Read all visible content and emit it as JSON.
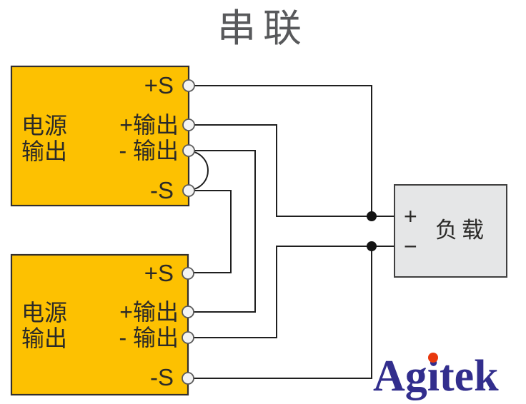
{
  "title": "串联",
  "supplies": [
    {
      "name_line1": "电源",
      "name_line2": "输出",
      "terminals": {
        "plus_sense": "+S",
        "plus_output": "+输出",
        "minus_output": "- 输出",
        "minus_sense": "-S"
      }
    },
    {
      "name_line1": "电源",
      "name_line2": "输出",
      "terminals": {
        "plus_sense": "+S",
        "plus_output": "+输出",
        "minus_output": "- 输出",
        "minus_sense": "-S"
      }
    }
  ],
  "load": {
    "label": "负载",
    "plus": "+",
    "minus": "−"
  },
  "logo": {
    "text": "Agitek"
  },
  "connections": [
    {
      "from": "supply1.plus_sense",
      "to": "load.plus_node"
    },
    {
      "from": "supply1.plus_output",
      "to": "load.plus_node"
    },
    {
      "from": "supply1.minus_output",
      "to": "supply2.plus_output"
    },
    {
      "from": "supply1.minus_output",
      "to": "supply1.minus_sense",
      "type": "jumper-arc"
    },
    {
      "from": "supply1.minus_sense",
      "to": "supply2.plus_sense"
    },
    {
      "from": "supply2.minus_output",
      "to": "load.minus_node"
    },
    {
      "from": "supply2.minus_sense",
      "to": "load.minus_node"
    }
  ],
  "colors": {
    "supply_fill": "#FDC101",
    "supply_border": "#332F2C",
    "wire": "#1F1F1F",
    "terminal_fill": "#F4F4F4",
    "terminal_ring": "#5A5A5A",
    "junction": "#141414",
    "load_fill": "#E5E6E7",
    "load_border": "#3F3F3F",
    "title": "#58595B",
    "label": "#2B2A28",
    "load_label": "#2B2A28",
    "logo": "#322E8D",
    "logo_dot": "#E8380D"
  }
}
